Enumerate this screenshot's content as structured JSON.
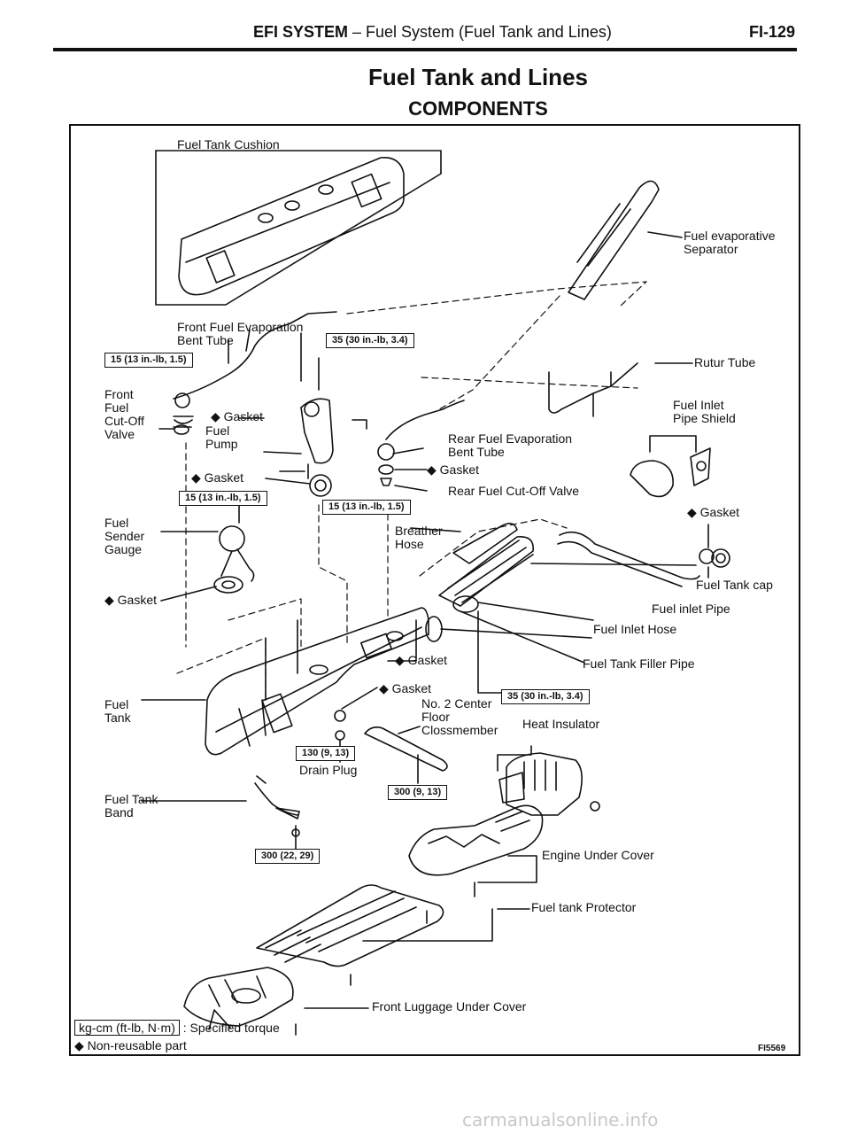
{
  "header": {
    "section": "EFI SYSTEM",
    "subtitle": " – Fuel System (Fuel Tank and Lines)",
    "page": "FI-129"
  },
  "title": "Fuel Tank and Lines",
  "subtitle": "COMPONENTS",
  "labels": {
    "fuel_tank_cushion": "Fuel Tank Cushion",
    "fuel_evaporative_separator": "Fuel evaporative\nSeparator",
    "front_fuel_evap_bent_tube": "Front Fuel Evaporation\nBent Tube",
    "rutur_tube": "Rutur Tube",
    "front_fuel_cutoff_valve": "Front\nFuel\nCut-Off\nValve",
    "gasket_1": "◆ Gasket",
    "fuel_pump": "Fuel\nPump",
    "fuel_inlet_pipe_shield": "Fuel Inlet\nPipe Shield",
    "rear_fuel_evap_bent_tube": "Rear Fuel Evaporation\nBent Tube",
    "gasket_2": "◆ Gasket",
    "gasket_3": "◆ Gasket",
    "rear_fuel_cutoff_valve": "Rear Fuel Cut-Off Valve",
    "gasket_4": "◆ Gasket",
    "fuel_sender_gauge": "Fuel\nSender\nGauge",
    "breather_hose": "Breather\nHose",
    "fuel_tank_cap": "Fuel Tank cap",
    "gasket_5": "◆ Gasket",
    "fuel_inlet_pipe": "Fuel inlet Pipe",
    "fuel_inlet_hose": "Fuel Inlet Hose",
    "gasket_6": "◆ Gasket",
    "fuel_tank_filler_pipe": "Fuel Tank Filler Pipe",
    "fuel_tank": "Fuel\nTank",
    "gasket_7": "◆ Gasket",
    "no2_center_floor_crossmember": "No. 2 Center\nFloor\nClossmember",
    "heat_insulator": "Heat Insulator",
    "drain_plug": "Drain Plug",
    "fuel_tank_band": "Fuel Tank\nBand",
    "engine_under_cover": "Engine Under Cover",
    "fuel_tank_protector": "Fuel tank Protector",
    "front_luggage_under_cover": "Front Luggage Under Cover"
  },
  "torque": {
    "t1": "15 (13 in.-lb, 1.5)",
    "t2": "35 (30 in.-lb, 3.4)",
    "t3": "15 (13 in.-lb, 1.5)",
    "t4": "15 (13 in.-lb, 1.5)",
    "t5": "35 (30 in.-lb, 3.4)",
    "t6": "130 (9, 13)",
    "t7": "300 (9, 13)",
    "t8": "300 (22, 29)"
  },
  "legend": {
    "unit_box": "kg-cm (ft-lb, N·m)",
    "unit_text": " : Specified torque",
    "nonreusable": "◆ Non-reusable part"
  },
  "figure_code": "FI5569",
  "watermark": "carmanualsonline.info"
}
